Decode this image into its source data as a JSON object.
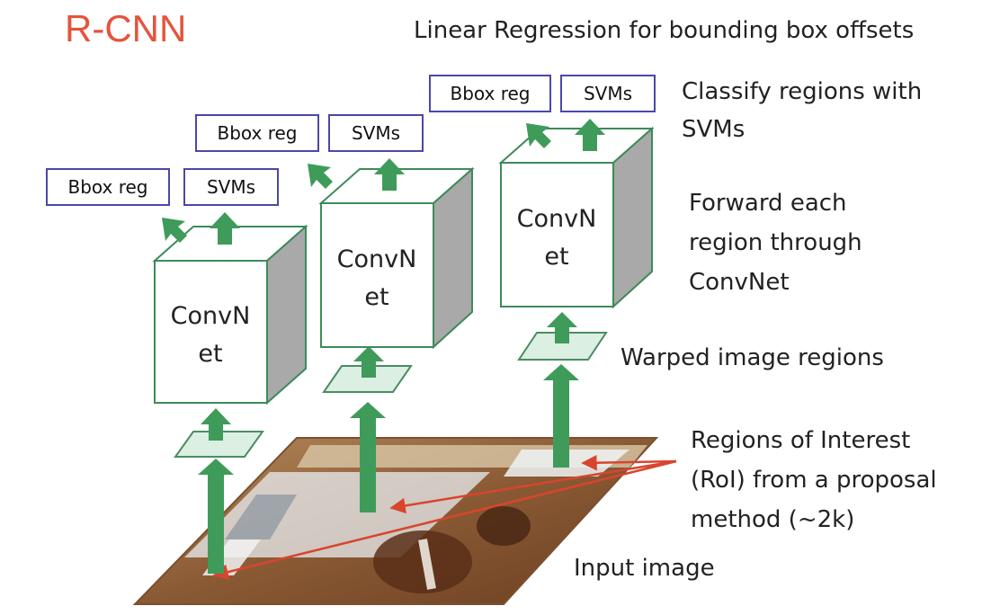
{
  "title": "R-CNN",
  "annotations": {
    "linear_regression": "Linear Regression for bounding box offsets",
    "classify_line1": "Classify regions with",
    "classify_line2": "SVMs",
    "forward_line1": "Forward each",
    "forward_line2": "region through",
    "forward_line3": "ConvNet",
    "warped": "Warped image regions",
    "roi_line1": "Regions of Interest",
    "roi_line2": "(RoI) from a proposal",
    "roi_line3": "method (~2k)",
    "input_image": "Input image"
  },
  "convnet": {
    "line1": "ConvN",
    "line2": "et"
  },
  "heads": {
    "bbox_reg": "Bbox reg",
    "svms": "SVMs"
  },
  "colors": {
    "title": "#e5533d",
    "box_border": "#3d8a5a",
    "arrow": "#3f9b5a",
    "label_border": "#4b47a8",
    "pointer": "#d8452e"
  }
}
